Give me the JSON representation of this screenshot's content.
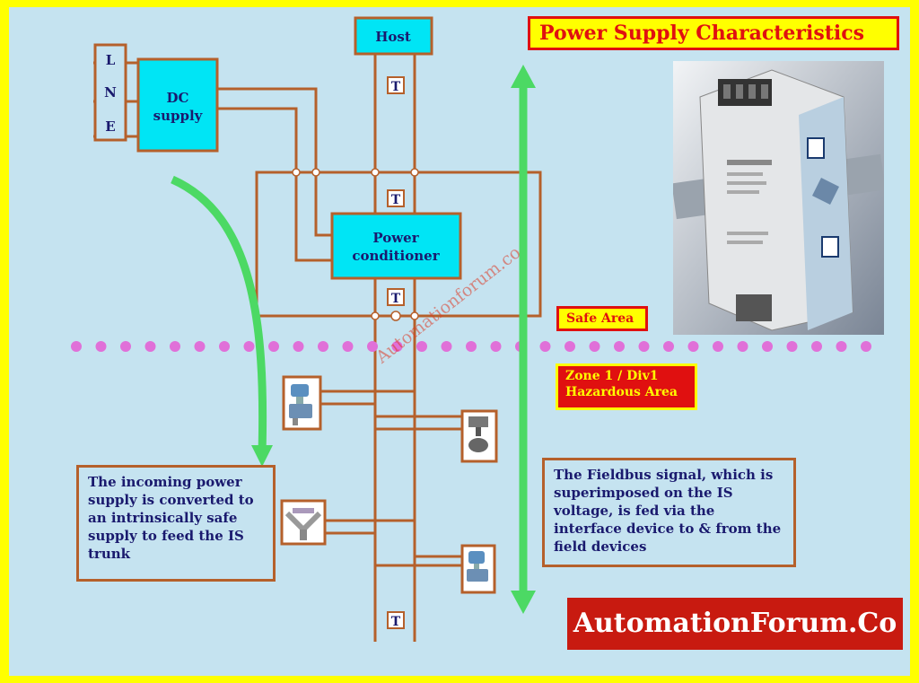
{
  "title": "Power Supply Characteristics",
  "line_inputs": [
    "L",
    "N",
    "E"
  ],
  "dc_supply": "DC\nsupply",
  "host": "Host",
  "power_conditioner": "Power\nconditioner",
  "terminator": "T",
  "safe_area": "Safe Area",
  "hazard_zone": "Zone 1 / Div1\nHazardous Area",
  "note_left": {
    "bullet": "",
    "text": "The incoming power supply is converted to an intrinsically safe supply to feed the IS trunk"
  },
  "note_right": {
    "bullet": "",
    "text": "The Fieldbus signal, which is superimposed on the IS voltage, is fed via the interface device to & from the field devices"
  },
  "watermark": "Automationforum.co",
  "brand": "AutomationForum.Co",
  "colors": {
    "background": "#c5e3f0",
    "frame": "#ffff00",
    "wire": "#b5602b",
    "box_fill": "#00e5f5",
    "arrow": "#4cd964",
    "divider_dots": "#e070d8",
    "accent_red": "#e01010"
  },
  "icons": [
    "transmitter-icon",
    "valve-positioner-icon",
    "coriolis-flowmeter-icon",
    "pressure-transmitter-icon",
    "power-supply-photo"
  ]
}
